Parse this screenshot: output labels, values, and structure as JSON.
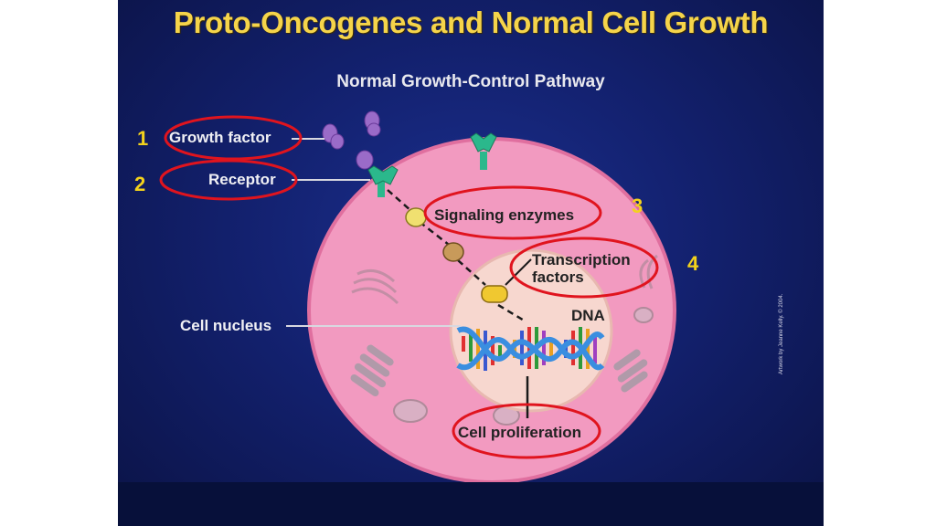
{
  "slide": {
    "title": "Proto-Oncogenes and Normal Cell Growth",
    "subtitle": "Normal Growth-Control Pathway"
  },
  "labels": {
    "growth_factor": "Growth factor",
    "receptor": "Receptor",
    "signaling_enzymes": "Signaling enzymes",
    "transcription_factors_line1": "Transcription",
    "transcription_factors_line2": "factors",
    "dna": "DNA",
    "cell_nucleus": "Cell nucleus",
    "cell_proliferation": "Cell proliferation",
    "credit": "Artwork by Jeanne Kelly. © 2004."
  },
  "annotations": {
    "n1": "1",
    "n2": "2",
    "n3": "3",
    "n4": "4"
  },
  "colors": {
    "title": "#f5d44a",
    "annotation_number": "#f3d21c",
    "annotation_ellipse": "#e0141e",
    "cell": "#f29ac0",
    "nucleus": "#f7d7cf",
    "receptor": "#2bb88c",
    "growth_factor": "#9a6bc8",
    "signaling_enzyme_1": "#f0e070",
    "signaling_enzyme_2": "#c89a5a",
    "transcription_factor": "#f0c830"
  }
}
